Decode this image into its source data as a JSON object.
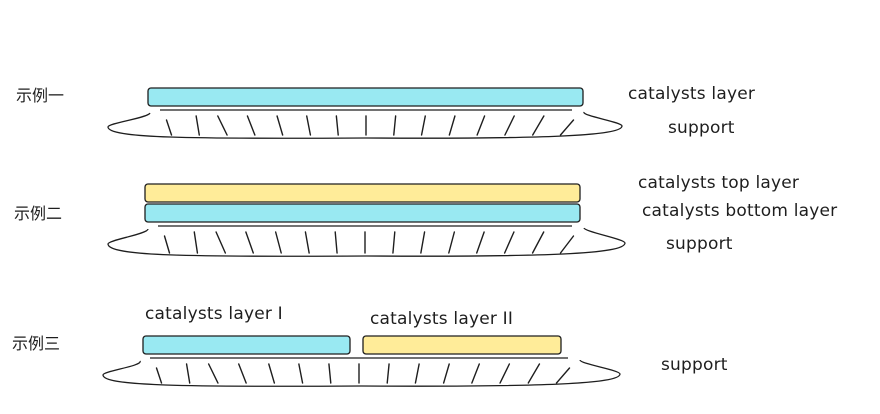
{
  "colors": {
    "cyan": "#99e9f2",
    "yellow": "#ffec99",
    "stroke": "#1e1e1e"
  },
  "examples": [
    {
      "title": "示例一",
      "layer_label": "catalysts layer",
      "support_label": "support"
    },
    {
      "title": "示例二",
      "top_label": "catalysts top layer",
      "bottom_label": "catalysts bottom layer",
      "support_label": "support"
    },
    {
      "title": "示例三",
      "layer1_label": "catalysts layer  I",
      "layer2_label": "catalysts layer  II",
      "support_label": "support"
    }
  ]
}
